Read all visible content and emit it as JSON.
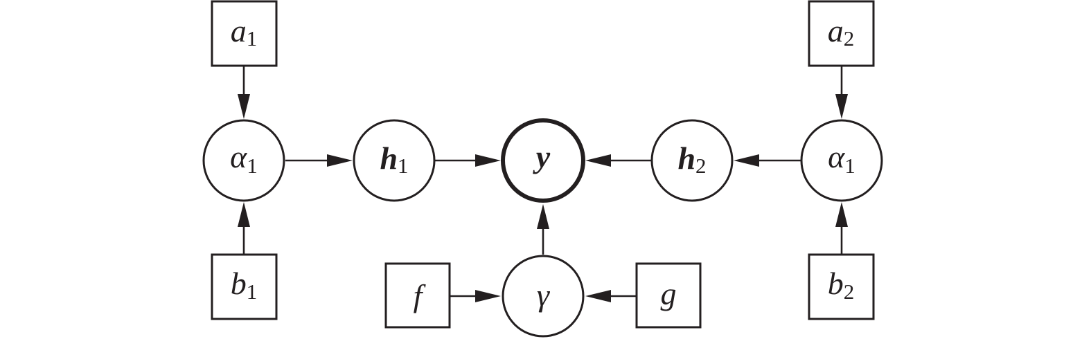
{
  "nodes": {
    "a1_box": {
      "main": "a",
      "sub": "1"
    },
    "b1_box": {
      "main": "b",
      "sub": "1"
    },
    "a2_box": {
      "main": "a",
      "sub": "2"
    },
    "b2_box": {
      "main": "b",
      "sub": "2"
    },
    "alpha_left": {
      "main": "α",
      "sub": "1"
    },
    "alpha_right": {
      "main": "α",
      "sub": "1"
    },
    "h1": {
      "main": "h",
      "sub": "1"
    },
    "h2": {
      "main": "h",
      "sub": "2"
    },
    "y": {
      "main": "y",
      "sub": ""
    },
    "gamma": {
      "main": "γ",
      "sub": ""
    },
    "f_box": {
      "main": "f",
      "sub": ""
    },
    "g_box": {
      "main": "g",
      "sub": ""
    }
  },
  "edges": [
    {
      "from": "a1_box",
      "to": "alpha_left"
    },
    {
      "from": "b1_box",
      "to": "alpha_left"
    },
    {
      "from": "alpha_left",
      "to": "h1"
    },
    {
      "from": "h1",
      "to": "y"
    },
    {
      "from": "h2",
      "to": "y"
    },
    {
      "from": "alpha_right",
      "to": "h2"
    },
    {
      "from": "a2_box",
      "to": "alpha_right"
    },
    {
      "from": "b2_box",
      "to": "alpha_right"
    },
    {
      "from": "gamma",
      "to": "y"
    },
    {
      "from": "f_box",
      "to": "gamma"
    },
    {
      "from": "g_box",
      "to": "gamma"
    }
  ],
  "colors": {
    "stroke": "#231f20",
    "background": "#ffffff"
  }
}
